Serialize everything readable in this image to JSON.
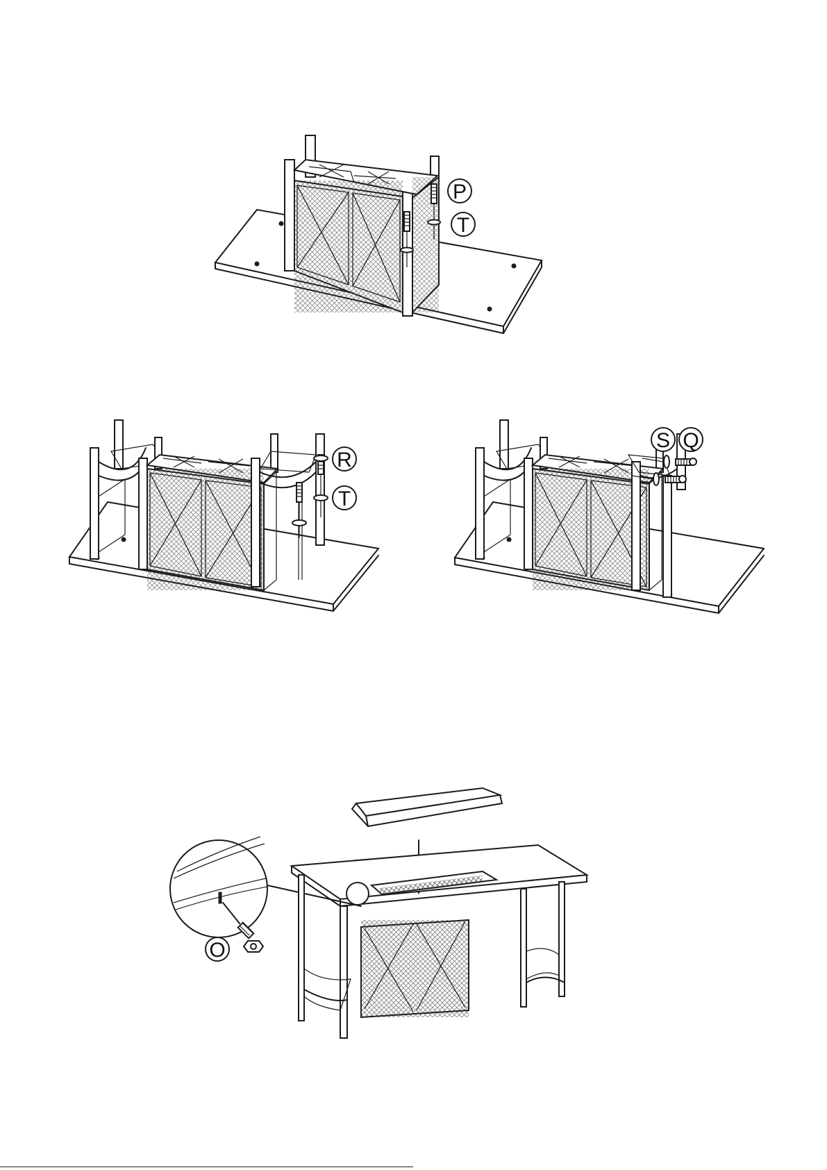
{
  "figures": [
    {
      "id": "step-1",
      "callouts": [
        "P",
        "T"
      ]
    },
    {
      "id": "step-2",
      "callouts": [
        "R",
        "T"
      ]
    },
    {
      "id": "step-3",
      "callouts": [
        "S",
        "Q"
      ]
    },
    {
      "id": "step-4",
      "callouts": [
        "O"
      ]
    }
  ]
}
